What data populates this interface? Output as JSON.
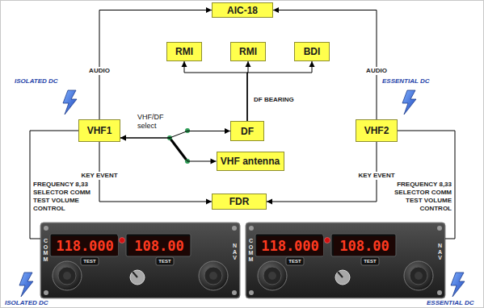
{
  "diagram": {
    "nodes": [
      {
        "text": [
          "AIC-18"
        ]
      },
      {
        "text": [
          "RMI"
        ]
      },
      {
        "text": [
          "RMI"
        ]
      },
      {
        "text": [
          "BDI"
        ]
      },
      {
        "text": [
          "VHF1"
        ]
      },
      {
        "text": [
          "DF"
        ]
      },
      {
        "text": [
          "VHF antenna"
        ]
      },
      {
        "text": [
          "VHF2"
        ]
      },
      {
        "text": [
          "FDR"
        ]
      },
      {
        "text": [
          "COMM",
          "NAV"
        ]
      },
      {
        "text": [
          "118.000"
        ],
        "in": 9
      },
      {
        "text": [
          "108.00"
        ],
        "in": 9
      },
      {
        "text": [
          "COMM",
          "NAV"
        ]
      },
      {
        "text": [
          "118.000"
        ],
        "in": 12
      },
      {
        "text": [
          "108.00"
        ],
        "in": 12
      }
    ],
    "edges": [
      {
        "from": 4,
        "to": 0,
        "arrow": "to",
        "label": "AUDIO"
      },
      {
        "from": 7,
        "to": 0,
        "arrow": "to",
        "label": "AUDIO"
      },
      {
        "from": 5,
        "to": 1,
        "arrow": "to"
      },
      {
        "from": 5,
        "to": 2,
        "arrow": "to",
        "label": "DF BEARING"
      },
      {
        "from": 5,
        "to": 3,
        "arrow": "to"
      },
      {
        "from": 4,
        "to": 5,
        "arrow": "both"
      },
      {
        "from": 4,
        "to": 6,
        "arrow": "both"
      },
      {
        "from": 4,
        "to": 8,
        "arrow": "to",
        "label": "KEY EVENT"
      },
      {
        "from": 7,
        "to": 8,
        "arrow": "to",
        "label": "KEY EVENT"
      },
      {
        "from": 9,
        "to": 4,
        "arrow": "none",
        "label": "FREQUENCY 8,33 SELECTOR COMM TEST VOLUME CONTROL"
      },
      {
        "from": 12,
        "to": 7,
        "arrow": "none",
        "label": "FREQUENCY 8,33 SELECTOR COMM TEST VOLUME CONTROL"
      }
    ],
    "labels": [
      "ISOLATED DC",
      "ESSENTIAL DC",
      "VHF/DF select",
      "TEST",
      "TEST",
      "TEST",
      "TEST",
      "ISOLATED DC",
      "ESSENTIAL DC"
    ]
  }
}
